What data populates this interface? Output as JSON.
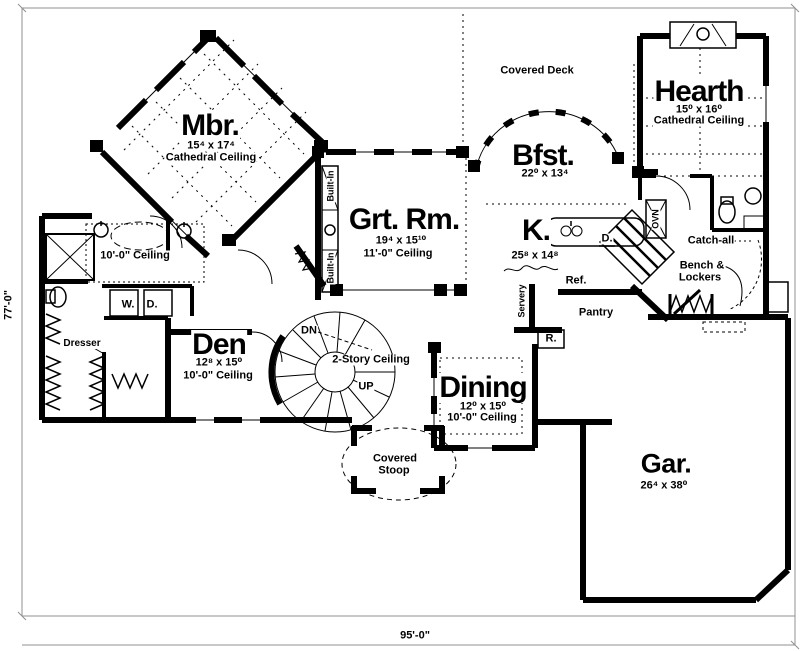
{
  "plan": {
    "rooms": {
      "mbr": {
        "name": "Mbr.",
        "dims": "15⁴ x 17⁴",
        "ceiling": "Cathedral Ceiling"
      },
      "grt_rm": {
        "name": "Grt. Rm.",
        "dims": "19⁴ x 15¹⁰",
        "ceiling": "11'-0\" Ceiling"
      },
      "bfst": {
        "name": "Bfst.",
        "dims": "22⁰ x 13⁴"
      },
      "hearth": {
        "name": "Hearth",
        "dims": "15⁰ x 16⁰",
        "ceiling": "Cathedral Ceiling"
      },
      "kitchen": {
        "name": "K.",
        "dims": "25⁸ x 14⁸"
      },
      "den": {
        "name": "Den",
        "dims": "12⁸ x 15⁰",
        "ceiling": "10'-0\" Ceiling"
      },
      "dining": {
        "name": "Dining",
        "dims": "12⁰ x 15⁰",
        "ceiling": "10'-0\" Ceiling"
      },
      "garage": {
        "name": "Gar.",
        "dims": "26⁴ x 38⁰"
      }
    },
    "labels": {
      "covered_deck": "Covered Deck",
      "stoop_line1": "Covered",
      "stoop_line2": "Stoop",
      "catch_all": "Catch-all",
      "bench_line1": "Bench &",
      "bench_line2": "Lockers",
      "pantry": "Pantry",
      "servery": "Servery",
      "refrigerator": "Ref.",
      "range": "R.",
      "dishwasher": "D.",
      "oven": "OVN",
      "washer": "W.",
      "dryer": "D.",
      "dresser": "Dresser",
      "built_in": "Built-In",
      "hall_ceiling": "10'-0\" Ceiling",
      "two_story_ceiling": "2-Story Ceiling",
      "stair_down": "DN",
      "stair_up": "UP"
    },
    "dimensions": {
      "overall_width": "95'-0\"",
      "overall_depth": "77'-0\""
    },
    "colors": {
      "ink": "#000000",
      "paper": "#ffffff",
      "dimension_line": "#909090"
    }
  }
}
